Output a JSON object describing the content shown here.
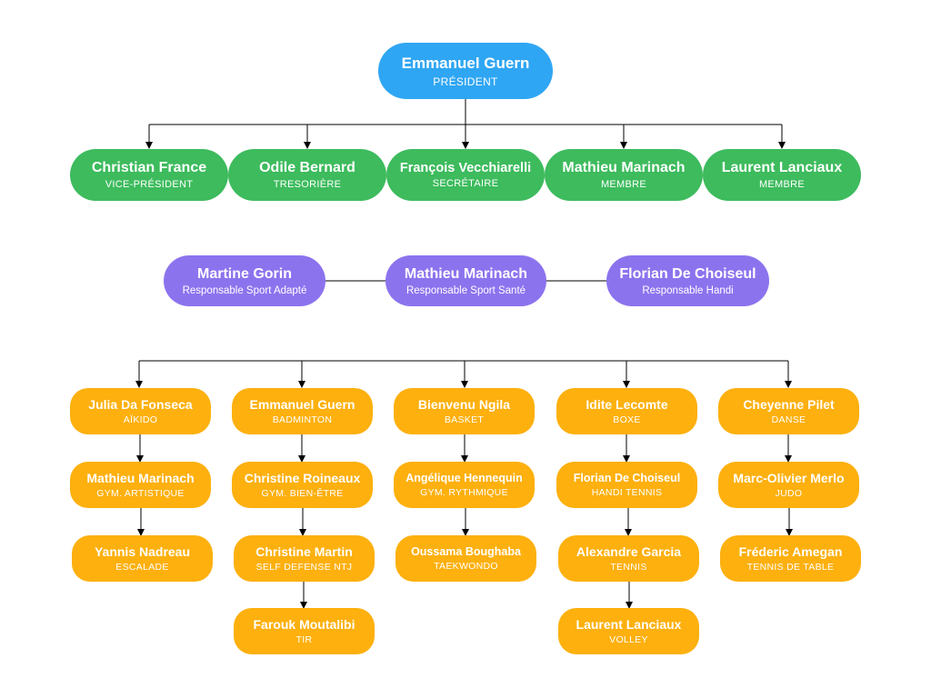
{
  "president": {
    "name": "Emmanuel Guern",
    "role": "PRÉSIDENT"
  },
  "board": [
    {
      "name": "Christian France",
      "role": "VICE-PRÉSIDENT"
    },
    {
      "name": "Odile Bernard",
      "role": "TRESORIÈRE"
    },
    {
      "name": "François Vecchiarelli",
      "role": "SECRÉTAIRE"
    },
    {
      "name": "Mathieu Marinach",
      "role": "MEMBRE"
    },
    {
      "name": "Laurent Lanciaux",
      "role": "MEMBRE"
    }
  ],
  "responsables": [
    {
      "name": "Martine Gorin",
      "role": "Responsable Sport Adapté"
    },
    {
      "name": "Mathieu Marinach",
      "role": "Responsable Sport Santé"
    },
    {
      "name": "Florian De Choiseul",
      "role": "Responsable Handi"
    }
  ],
  "sports": [
    [
      {
        "name": "Julia Da Fonseca",
        "role": "AÏKIDO"
      },
      {
        "name": "Mathieu Marinach",
        "role": "GYM. ARTISTIQUE"
      },
      {
        "name": "Yannis Nadreau",
        "role": "ESCALADE"
      }
    ],
    [
      {
        "name": "Emmanuel Guern",
        "role": "BADMINTON"
      },
      {
        "name": "Christine Roineaux",
        "role": "GYM. BIEN-ÊTRE"
      },
      {
        "name": "Christine Martin",
        "role": "SELF DEFENSE NTJ"
      },
      {
        "name": "Farouk Moutalibi",
        "role": "TIR"
      }
    ],
    [
      {
        "name": "Bienvenu Ngila",
        "role": "BASKET"
      },
      {
        "name": "Angélique Hennequin",
        "role": "GYM. RYTHMIQUE"
      },
      {
        "name": "Oussama Boughaba",
        "role": "TAEKWONDO"
      }
    ],
    [
      {
        "name": "Idite Lecomte",
        "role": "BOXE"
      },
      {
        "name": "Florian De Choiseul",
        "role": "HANDI TENNIS"
      },
      {
        "name": "Alexandre Garcia",
        "role": "TENNIS"
      },
      {
        "name": "Laurent Lanciaux",
        "role": "VOLLEY"
      }
    ],
    [
      {
        "name": "Cheyenne Pilet",
        "role": "DANSE"
      },
      {
        "name": "Marc-Olivier Merlo",
        "role": "JUDO"
      },
      {
        "name": "Fréderic Amegan",
        "role": "TENNIS DE TABLE"
      }
    ]
  ]
}
